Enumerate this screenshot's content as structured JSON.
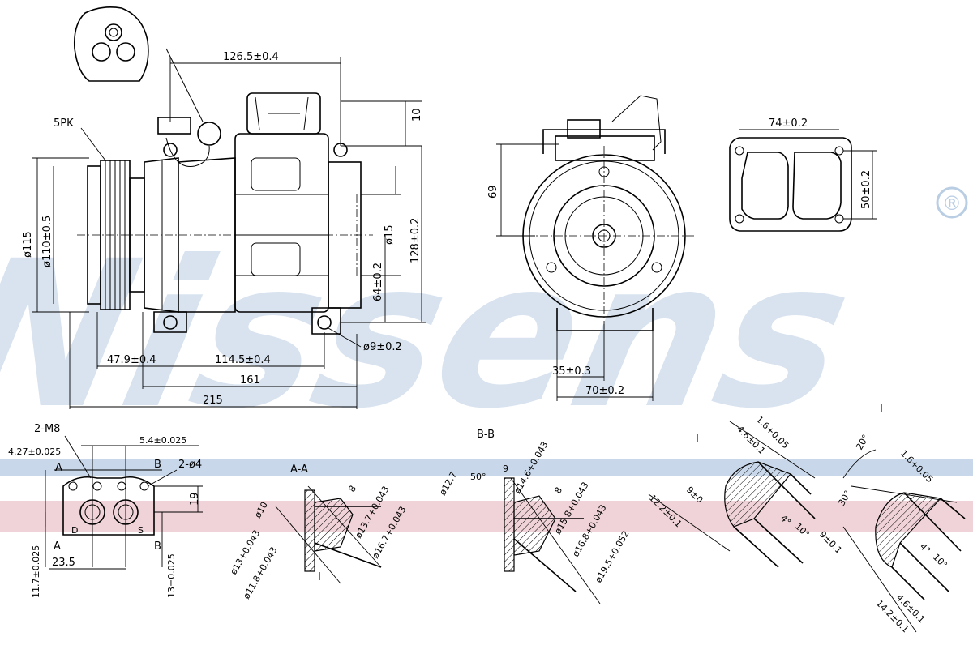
{
  "brand": {
    "watermark": "Nissens",
    "registered": "®",
    "colors": {
      "watermark": "#b9cde3",
      "band_blue": "#c8d8ea",
      "band_pink": "#f0d3d8"
    }
  },
  "main_view": {
    "top_width": "126.5±0.4",
    "belt": "5PK",
    "dia_115": "ø115",
    "dia_110": "ø110±0.5",
    "top_offset": "10",
    "dia_15": "ø15",
    "height_128": "128±0.2",
    "height_64": "64±0.2",
    "hole_9": "ø9±0.2",
    "len_47": "47.9±0.4",
    "len_114": "114.5±0.4",
    "len_161": "161",
    "len_215": "215"
  },
  "front_view": {
    "height_69": "69",
    "off_35": "35±0.3",
    "width_70": "70±0.2"
  },
  "port_view": {
    "width_74": "74±0.2",
    "height_50": "50±0.2"
  },
  "flange_view": {
    "m8": "2-M8",
    "d427": "4.27±0.025",
    "d54": "5.4±0.025",
    "a_top": "A",
    "b_top": "B",
    "holes": "2-ø4",
    "h19": "19",
    "h117": "11.7±0.025",
    "w235": "23.5",
    "h13": "13±0.025",
    "a_bot": "A",
    "b_bot": "B",
    "d_mark": "D",
    "s_mark": "S"
  },
  "section_aa": {
    "title": "A-A",
    "d10": "ø10",
    "d8": "8",
    "d137": "ø13.7+0.043",
    "d167": "ø16.7+0.043",
    "d13": "ø13+0.043",
    "d118": "ø11.8+0.043",
    "i_mark": "I"
  },
  "section_bb": {
    "title": "B-B",
    "d127": "ø12.7",
    "a50": "50°",
    "d9": "9",
    "d146": "ø14.6+0.043",
    "d8": "8",
    "d158": "ø15.8+0.043",
    "d168": "ø16.8+0.043",
    "d195": "ø19.5+0.052"
  },
  "detail_1": {
    "i_mark": "I",
    "d16": "1.6+0.05",
    "d46": "4.6±0.1",
    "d9": "9±0",
    "d122": "12.2±0.1",
    "a4": "4°",
    "a10": "10°"
  },
  "detail_2": {
    "i_mark": "I",
    "a20": "20°",
    "d16": "1.6+0.05",
    "a30": "30°",
    "d9": "9±0.1",
    "a4": "4°",
    "a10": "10°",
    "d46": "4.6±0.1",
    "d142": "14.2±0.1"
  }
}
